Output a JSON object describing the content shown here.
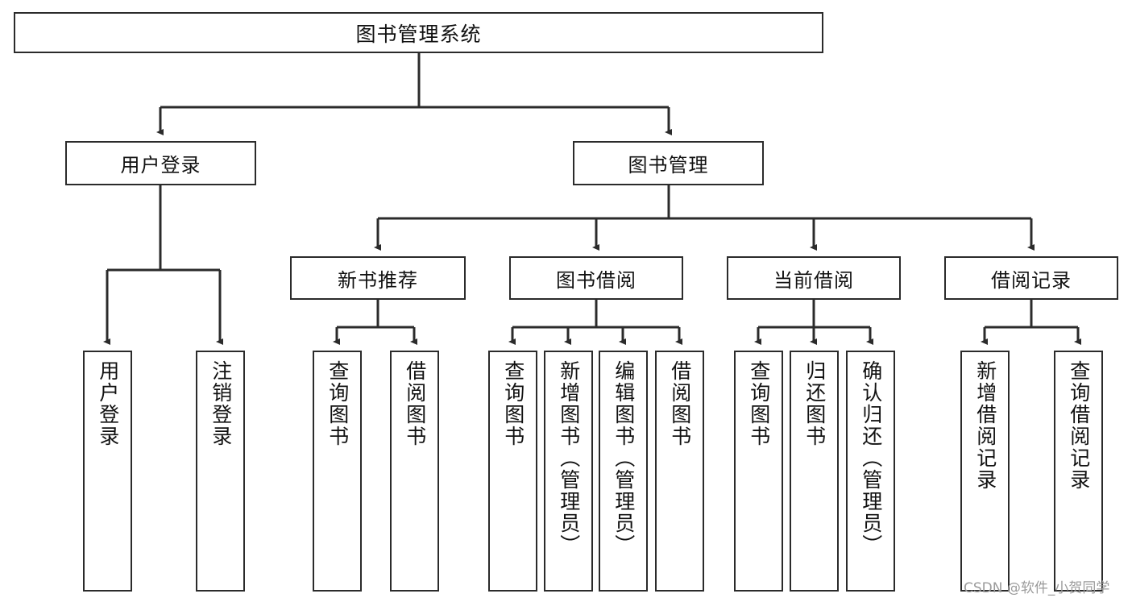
{
  "diagram": {
    "type": "tree",
    "title": "图书管理系统",
    "root": {
      "label": "图书管理系统"
    },
    "level2": [
      {
        "label": "用户登录"
      },
      {
        "label": "图书管理"
      }
    ],
    "level3": [
      {
        "label": "新书推荐"
      },
      {
        "label": "图书借阅"
      },
      {
        "label": "当前借阅"
      },
      {
        "label": "借阅记录"
      }
    ],
    "leaves": {
      "user_login": [
        {
          "label": "用户登录"
        },
        {
          "label": "注销登录"
        }
      ],
      "new_book_recommend": [
        {
          "label": "查询图书"
        },
        {
          "label": "借阅图书"
        }
      ],
      "book_borrow": [
        {
          "label": "查询图书"
        },
        {
          "label": "新增图书（管理员）"
        },
        {
          "label": "编辑图书（管理员）"
        },
        {
          "label": "借阅图书"
        }
      ],
      "current_borrow": [
        {
          "label": "查询图书"
        },
        {
          "label": "归还图书"
        },
        {
          "label": "确认归还（管理员）"
        }
      ],
      "borrow_record": [
        {
          "label": "新增借阅记录"
        },
        {
          "label": "查询借阅记录"
        }
      ]
    }
  },
  "watermark": {
    "text": "CSDN @软件_小贺同学"
  },
  "colors": {
    "stroke": "#2b2b2b",
    "fill": "#ffffff",
    "text": "#111111",
    "watermark": "#9b9b9b"
  }
}
